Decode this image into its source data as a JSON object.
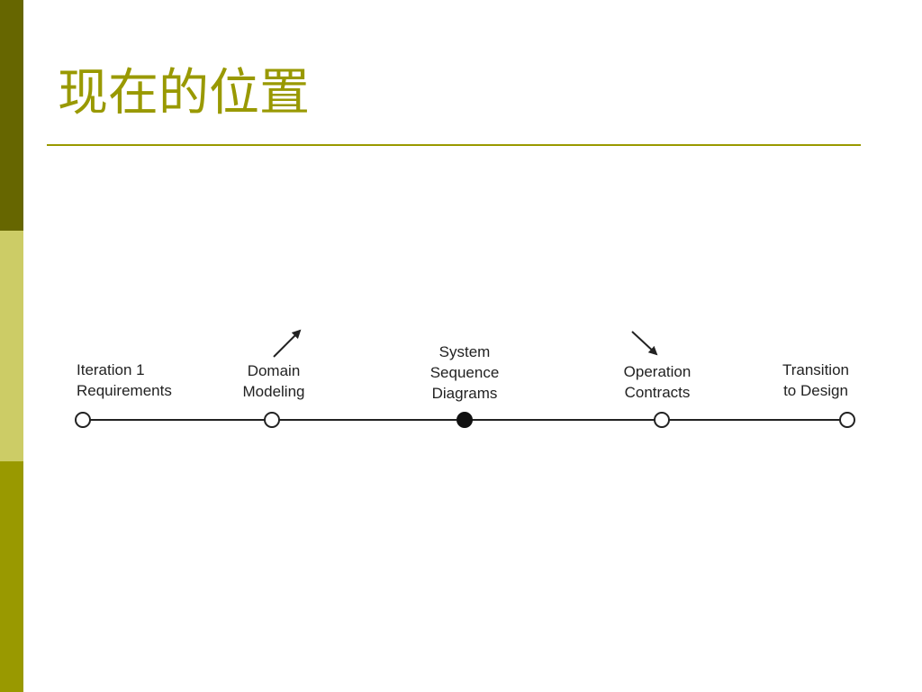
{
  "slide": {
    "title": "现在的位置"
  },
  "timeline": {
    "stages": [
      {
        "line1": "Iteration 1",
        "line2": "Requirements",
        "current": false,
        "arrow": "none"
      },
      {
        "line1": "Domain",
        "line2": "Modeling",
        "current": false,
        "arrow": "up-right"
      },
      {
        "line1": "System",
        "line2": "Sequence",
        "line3": "Diagrams",
        "current": true,
        "arrow": "none"
      },
      {
        "line1": "Operation",
        "line2": "Contracts",
        "current": false,
        "arrow": "down-right"
      },
      {
        "line1": "Transition",
        "line2": "to Design",
        "current": false,
        "arrow": "none"
      }
    ]
  },
  "colors": {
    "accent_dark": "#666600",
    "accent_light": "#cccc66",
    "accent_mid": "#999900",
    "title": "#999900",
    "diagram_ink": "#222222"
  }
}
